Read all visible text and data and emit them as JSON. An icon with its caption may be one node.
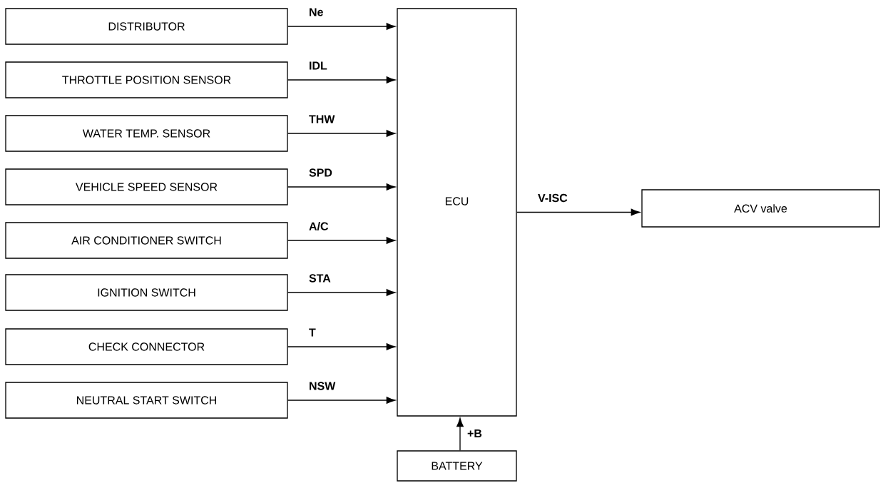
{
  "diagram": {
    "nodes": [
      {
        "text": [
          "DISTRIBUTOR"
        ]
      },
      {
        "text": [
          "THROTTLE POSITION SENSOR"
        ]
      },
      {
        "text": [
          "WATER TEMP. SENSOR"
        ]
      },
      {
        "text": [
          "VEHICLE SPEED SENSOR"
        ]
      },
      {
        "text": [
          "AIR CONDITIONER SWITCH"
        ]
      },
      {
        "text": [
          "IGNITION SWITCH"
        ]
      },
      {
        "text": [
          "CHECK CONNECTOR"
        ]
      },
      {
        "text": [
          "NEUTRAL START SWITCH"
        ]
      },
      {
        "text": [
          "ECU"
        ]
      },
      {
        "text": [
          "ACV valve"
        ]
      },
      {
        "text": [
          "BATTERY"
        ]
      }
    ],
    "edges": [
      {
        "from": 0,
        "to": 8,
        "arrow": "to",
        "label": "Ne"
      },
      {
        "from": 1,
        "to": 8,
        "arrow": "to",
        "label": "IDL"
      },
      {
        "from": 2,
        "to": 8,
        "arrow": "to",
        "label": "THW"
      },
      {
        "from": 3,
        "to": 8,
        "arrow": "to",
        "label": "SPD"
      },
      {
        "from": 4,
        "to": 8,
        "arrow": "to",
        "label": "A/C"
      },
      {
        "from": 5,
        "to": 8,
        "arrow": "to",
        "label": "STA"
      },
      {
        "from": 6,
        "to": 8,
        "arrow": "to",
        "label": "T"
      },
      {
        "from": 7,
        "to": 8,
        "arrow": "to",
        "label": "NSW"
      },
      {
        "from": 8,
        "to": 9,
        "arrow": "to",
        "label": "V-ISC"
      },
      {
        "from": 10,
        "to": 8,
        "arrow": "to",
        "label": "+B"
      }
    ]
  }
}
